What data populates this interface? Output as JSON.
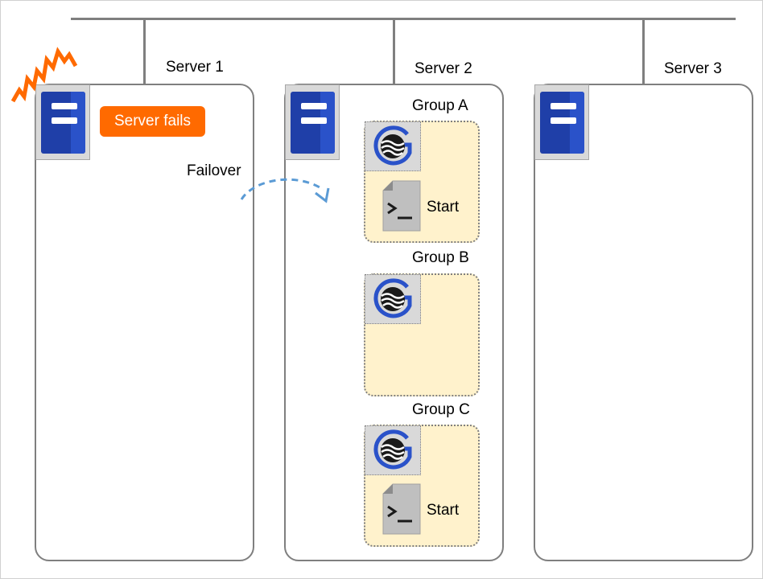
{
  "servers": [
    {
      "label": "Server 1"
    },
    {
      "label": "Server 2"
    },
    {
      "label": "Server 3"
    }
  ],
  "fail_badge": "Server fails",
  "failover_label": "Failover",
  "groups": [
    {
      "label": "Group A",
      "has_start": true,
      "start_label": "Start"
    },
    {
      "label": "Group B",
      "has_start": false
    },
    {
      "label": "Group C",
      "has_start": true,
      "start_label": "Start"
    }
  ],
  "colors": {
    "server_blue": "#1f3fa8",
    "fail_orange": "#ff6a00",
    "group_fill": "#fff2cc",
    "arrow_blue": "#5b9bd5",
    "line_gray": "#7f7f7f"
  }
}
